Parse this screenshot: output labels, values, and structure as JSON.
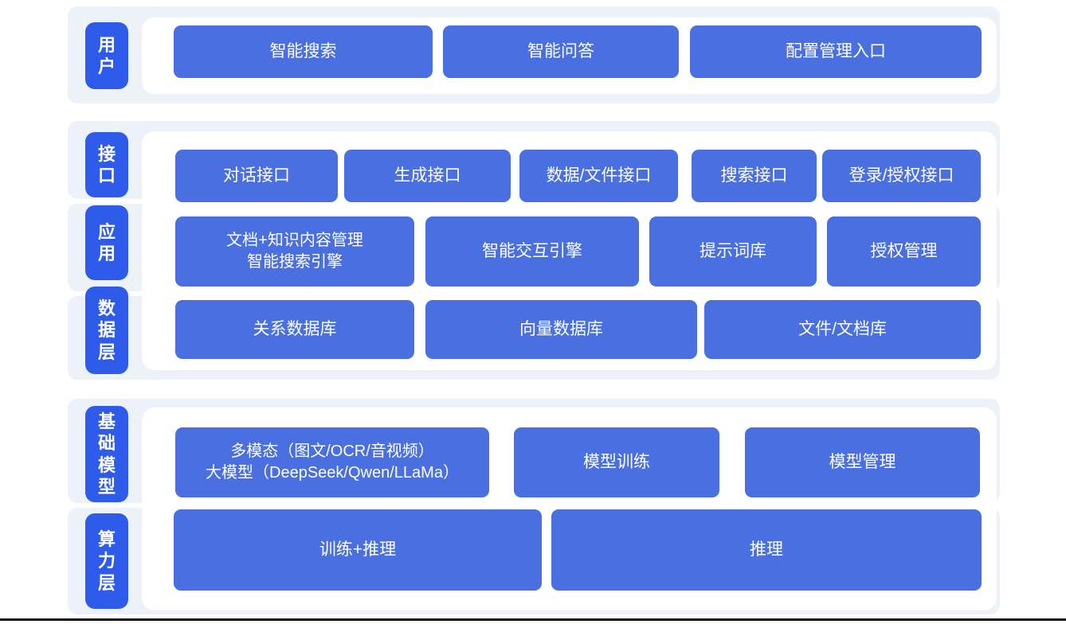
{
  "colors": {
    "band_bg": "#edf1f8",
    "tab_blue": "#2e5be9",
    "button_blue": "#4a6fe0",
    "text": "#ffffff",
    "page_bg": "#ffffff",
    "bottom_line": "#0c0c0c"
  },
  "groups": [
    {
      "name": "user-layer",
      "tabs": [
        {
          "label": "用户"
        }
      ],
      "rows": [
        {
          "buttons": [
            {
              "label": "智能搜索"
            },
            {
              "label": "智能问答"
            },
            {
              "label": "配置管理入口"
            }
          ]
        }
      ]
    },
    {
      "name": "middle-layers",
      "tabs": [
        {
          "label": "接口"
        },
        {
          "label": "应用"
        },
        {
          "label": "数据层"
        }
      ],
      "rows": [
        {
          "buttons": [
            {
              "label": "对话接口"
            },
            {
              "label": "生成接口"
            },
            {
              "label": "数据/文件接口"
            },
            {
              "label": "搜索接口"
            },
            {
              "label": "登录/授权接口"
            }
          ]
        },
        {
          "buttons": [
            {
              "line1": "文档+知识内容管理",
              "line2": "智能搜索引擎"
            },
            {
              "label": "智能交互引擎"
            },
            {
              "label": "提示词库"
            },
            {
              "label": "授权管理"
            }
          ]
        },
        {
          "buttons": [
            {
              "label": "关系数据库"
            },
            {
              "label": "向量数据库"
            },
            {
              "label": "文件/文档库"
            }
          ]
        }
      ]
    },
    {
      "name": "foundation-layers",
      "tabs": [
        {
          "label": "基础模型"
        },
        {
          "label": "算力层"
        }
      ],
      "rows": [
        {
          "buttons": [
            {
              "line1": "多模态（图文/OCR/音视频）",
              "line2": "大模型（DeepSeek/Qwen/LLaMa）"
            },
            {
              "label": "模型训练"
            },
            {
              "label": "模型管理"
            }
          ]
        },
        {
          "buttons": [
            {
              "label": "训练+推理"
            },
            {
              "label": "推理"
            }
          ]
        }
      ]
    }
  ]
}
